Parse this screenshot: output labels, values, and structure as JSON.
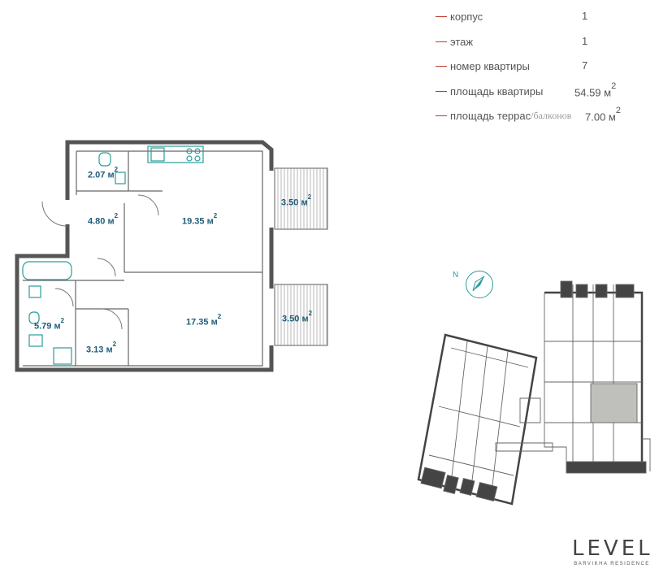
{
  "info": {
    "building": {
      "label": "корпус",
      "value": "1"
    },
    "floor": {
      "label": "этаж",
      "value": "1"
    },
    "apartment": {
      "label": "номер квартиры",
      "value": "7"
    },
    "area": {
      "label": "площадь квартиры",
      "value": "54.59 м",
      "unit_sup": "2"
    },
    "terrace": {
      "label": "площадь террас",
      "label_alt": "/балконов",
      "value": "7.00 м",
      "unit_sup": "2"
    }
  },
  "rooms": {
    "wc": {
      "value": "2.07 м",
      "sup": "2"
    },
    "hall": {
      "value": "4.80 м",
      "sup": "2"
    },
    "kitchen": {
      "value": "19.35 м",
      "sup": "2"
    },
    "balcony_top": {
      "value": "3.50 м",
      "sup": "2"
    },
    "bath": {
      "value": "5.79 м",
      "sup": "2"
    },
    "storage": {
      "value": "3.13 м",
      "sup": "2"
    },
    "bedroom": {
      "value": "17.35 м",
      "sup": "2"
    },
    "balcony_bottom": {
      "value": "3.50 м",
      "sup": "2"
    }
  },
  "compass": {
    "letter": "N"
  },
  "logo": {
    "word": "LEVEL",
    "subtitle": "BARVIKHA RESIDENCE"
  },
  "colors": {
    "accent": "#2a9d9a",
    "room_text": "#1f5c78",
    "dash": "#c0392b",
    "wall": "#555555"
  }
}
